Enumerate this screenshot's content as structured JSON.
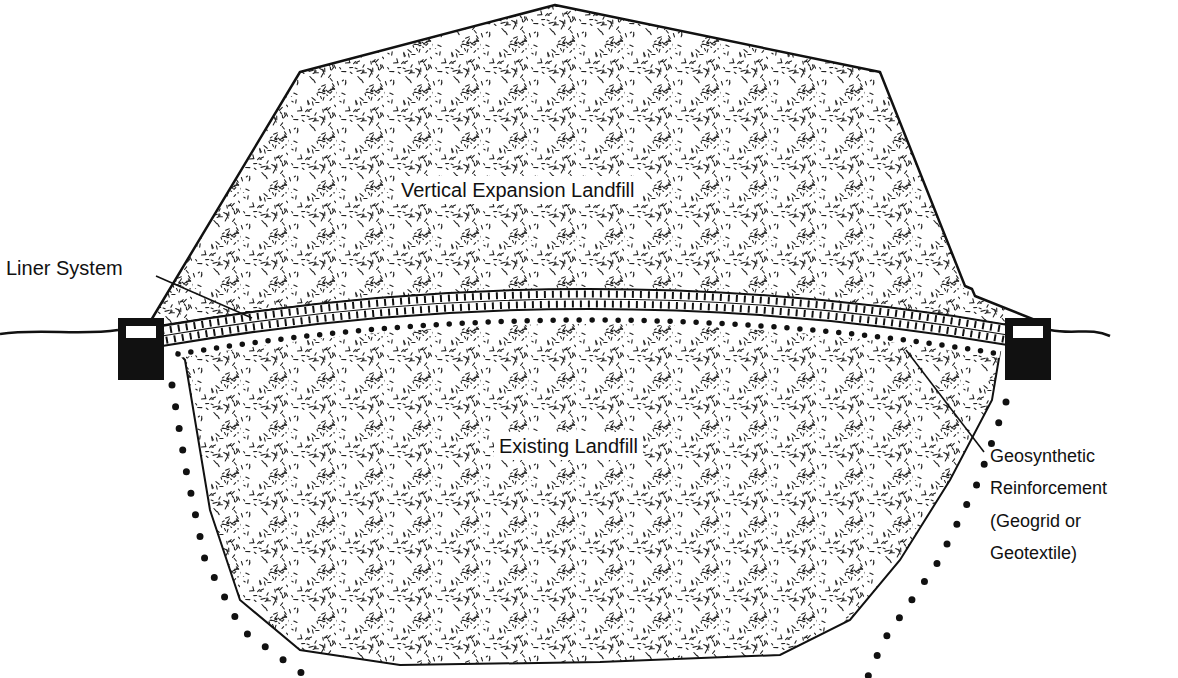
{
  "diagram": {
    "labels": [
      "Liner System",
      "Vertical Expansion Landfill",
      "Existing Landfill",
      "Geosynthetic Reinforcement (Geogrid or Geotextile)"
    ]
  }
}
